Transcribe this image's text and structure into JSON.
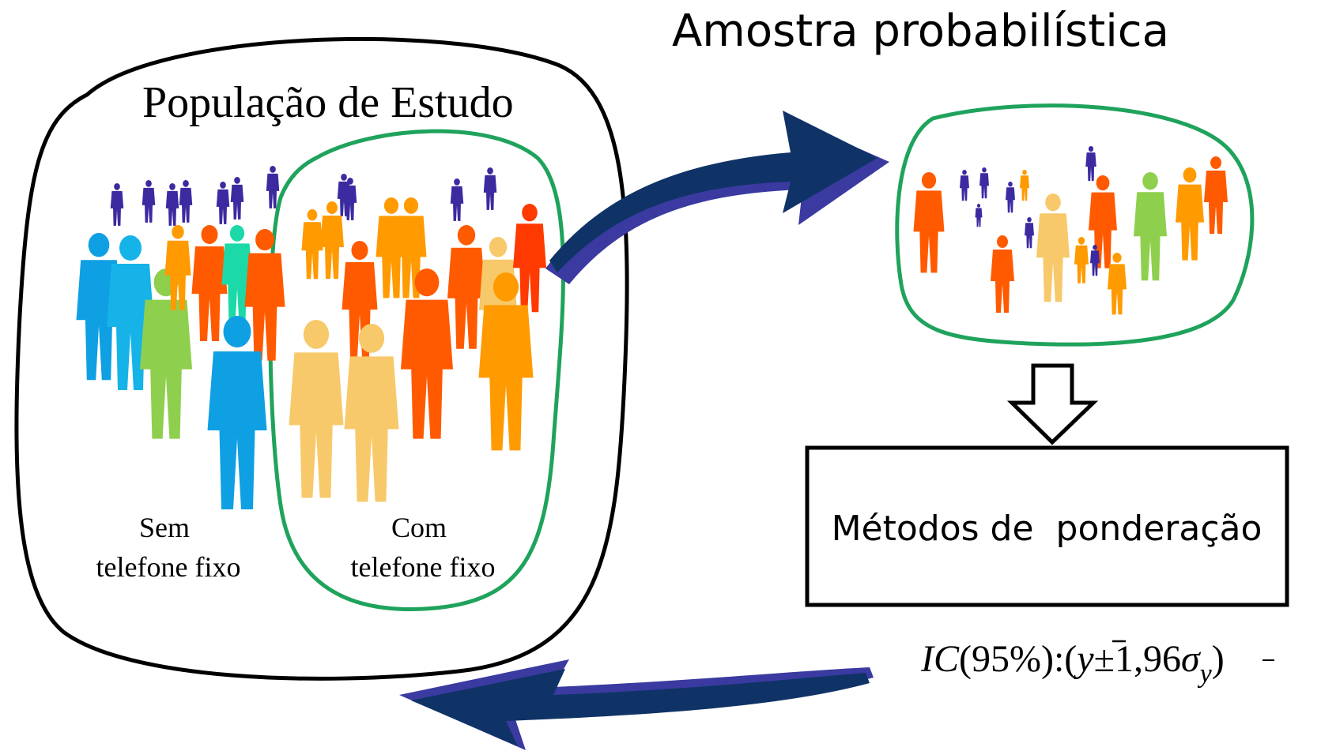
{
  "title": "Amostra probabilística",
  "population": {
    "label": "População de Estudo",
    "group_without": [
      "Sem",
      "telefone fixo"
    ],
    "group_with": [
      "Com",
      "telefone fixo"
    ]
  },
  "weighting_box_label": "Métodos de  ponderação",
  "confidence_interval": {
    "ic": "IC",
    "level": "(95%):(",
    "ybar": "y",
    "pm": "±1,96",
    "sigma": "σ",
    "sub": "y",
    "close": ")"
  },
  "colors": {
    "outline": "#000000",
    "subgroup_outline": "#1fa35c",
    "arrow_dark": "#0f3366",
    "arrow_side": "#3a3aa0",
    "people": [
      "#0f9fe3",
      "#16b3e8",
      "#8fcf4e",
      "#1cd9a8",
      "#ff5a00",
      "#ff9a00",
      "#f7c96a",
      "#ff3a00",
      "#3b2aa0"
    ]
  },
  "icons": [
    "people-silhouette-icon",
    "hollow-down-arrow-icon",
    "curved-arrow-icon"
  ]
}
